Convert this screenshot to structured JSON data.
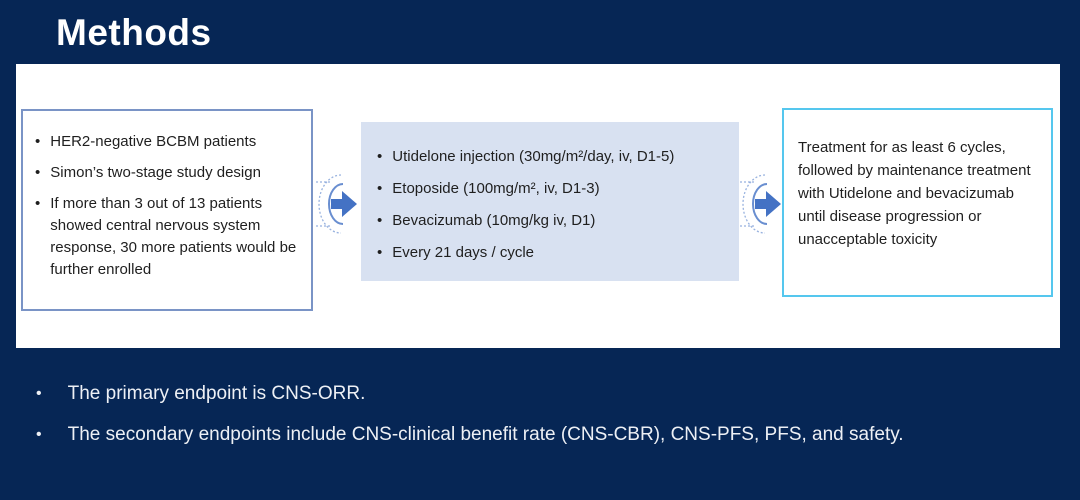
{
  "title": "Methods",
  "glyphs": {
    "bullet": "•"
  },
  "colors": {
    "background": "#062655",
    "panel": "#ffffff",
    "box1_border": "#7a94c6",
    "box2_fill": "#d8e1f1",
    "box3_border": "#55c7ee",
    "arrow": "#4472c4",
    "body_text": "#1f1f1f",
    "footer_text": "#edf0f5"
  },
  "flow": {
    "box1": {
      "bullets": [
        "HER2-negative BCBM patients",
        "Simon’s two-stage study design",
        "If more than 3 out of 13 patients showed central nervous system response, 30 more patients would be further enrolled"
      ]
    },
    "box2": {
      "bullets": [
        "Utidelone injection (30mg/m²/day, iv, D1-5)",
        "Etoposide (100mg/m², iv, D1-3)",
        "Bevacizumab (10mg/kg iv, D1)",
        "Every 21 days / cycle"
      ]
    },
    "box3": {
      "text": "Treatment for as least 6 cycles, followed by maintenance treatment with Utidelone and bevacizumab until disease progression or unacceptable toxicity"
    }
  },
  "footer": {
    "bullets": [
      "The primary endpoint is CNS-ORR.",
      "The secondary endpoints include CNS-clinical benefit rate (CNS-CBR), CNS-PFS, PFS, and safety."
    ]
  }
}
